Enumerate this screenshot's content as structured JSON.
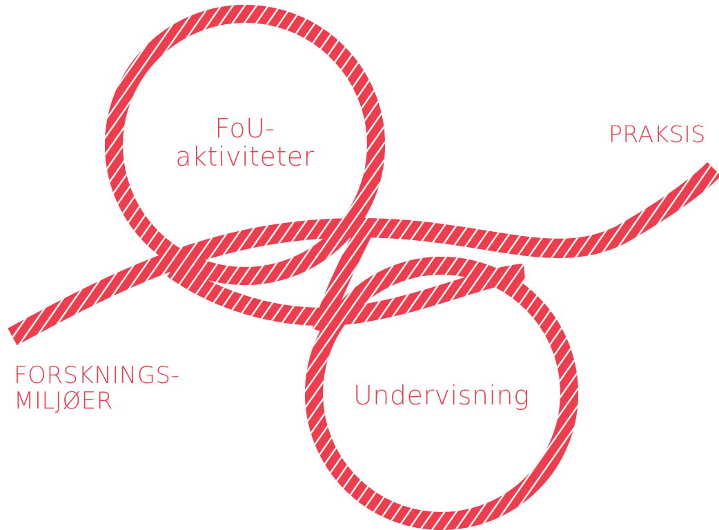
{
  "diagram": {
    "labels": {
      "fou_line1": "FoU-",
      "fou_line2": "aktiviteter",
      "praksis": "PRAKSIS",
      "forskning_line1": "FORSKNINGS-",
      "forskning_line2": "MILJØER",
      "undervisning": "Undervisning"
    },
    "colors": {
      "rope": "#ee3e4d",
      "rope_stripe": "#ffffff",
      "text": "#ee3e4d"
    }
  }
}
